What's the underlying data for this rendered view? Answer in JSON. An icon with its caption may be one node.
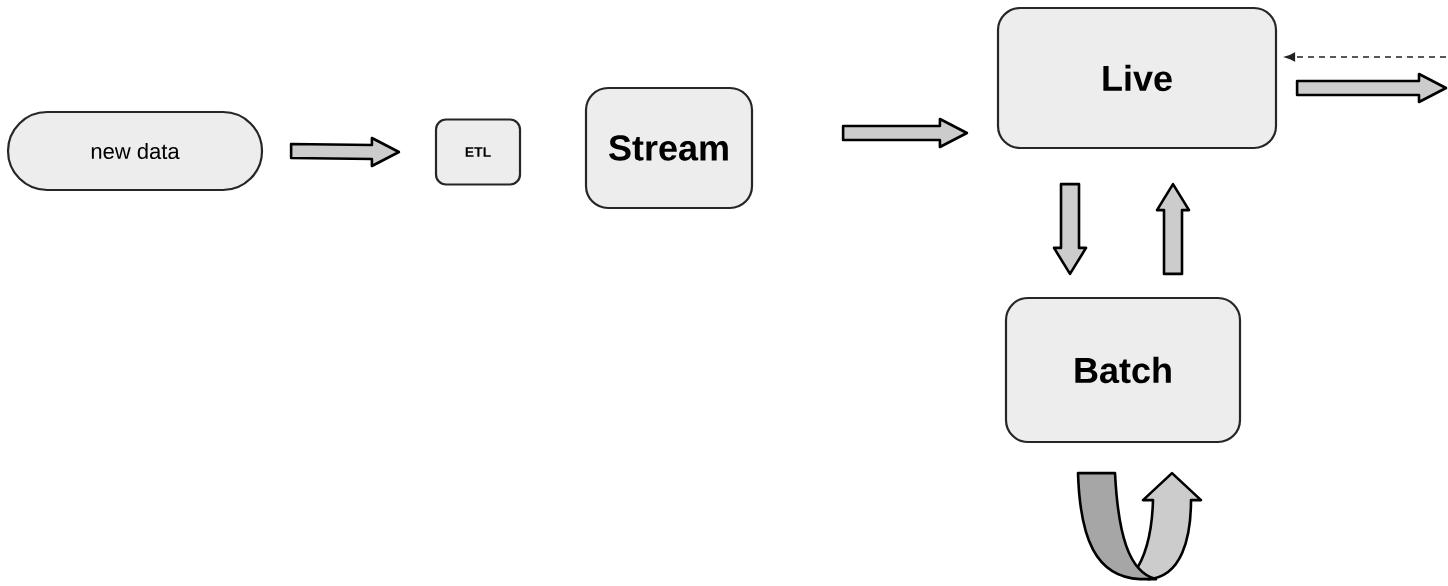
{
  "diagram": {
    "nodes": [
      {
        "text": [
          "new data"
        ]
      },
      {
        "text": [
          "ETL"
        ]
      },
      {
        "text": [
          "Stream"
        ]
      },
      {
        "text": [
          "Live"
        ]
      },
      {
        "text": [
          "Batch"
        ]
      }
    ],
    "edges": [
      {
        "from": 0,
        "to": 1,
        "arrow": "to"
      },
      {
        "from": 2,
        "to": 3,
        "arrow": "to"
      },
      {
        "from": 3,
        "to": null,
        "arrow": "to"
      },
      {
        "from": null,
        "to": 3,
        "arrow": "to",
        "style": "dashed"
      },
      {
        "from": 3,
        "to": 4,
        "arrow": "to"
      },
      {
        "from": 4,
        "to": 3,
        "arrow": "to"
      },
      {
        "from": 4,
        "to": 4,
        "arrow": "to"
      }
    ]
  }
}
